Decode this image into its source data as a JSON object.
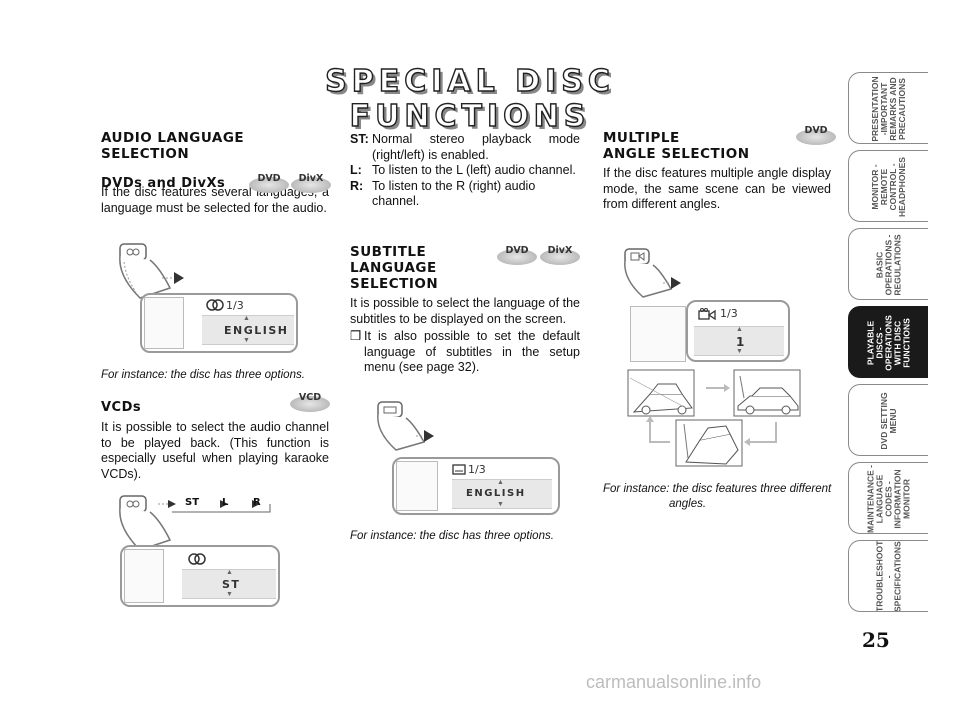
{
  "page_title": "SPECIAL DISC FUNCTIONS",
  "logos": {
    "dvd": "DVD",
    "divx": "DivX",
    "vcd": "VCD"
  },
  "audio": {
    "heading": "AUDIO LANGUAGE SELECTION",
    "sub_dvd": "DVDs and DivXs",
    "dvd_text": "If the disc features several languages, a language must be selected for the audio.",
    "osd_count": "1/3",
    "osd_value": "ENGLISH",
    "caption": "For instance: the disc has three options.",
    "sub_vcd": "VCDs",
    "vcd_text": "It is possible to select the audio channel to be played back. (This function is especially useful when playing karaoke VCDs).",
    "vcd_seq": [
      "ST",
      "L",
      "R"
    ],
    "vcd_osd_value": "ST"
  },
  "channels": [
    {
      "key": "ST",
      "sep": ":",
      "text": "Normal stereo playback mode (right/left) is enabled."
    },
    {
      "key": "L",
      "sep": ":",
      "text": "To listen to the L (left) audio channel."
    },
    {
      "key": "R",
      "sep": ":",
      "text": "To listen to the R (right) audio channel."
    }
  ],
  "subtitle": {
    "heading_1": "SUBTITLE",
    "heading_2": "LANGUAGE",
    "heading_3": "SELECTION",
    "text": "It is possible to select the language of the subtitles to be displayed on the screen.",
    "bullet_mark": "❒",
    "bullet": "It is also possible to set the default language of subtitles in the setup menu (see page 32).",
    "osd_count": "1/3",
    "osd_value": "ENGLISH",
    "caption": "For instance: the disc has three options."
  },
  "angle": {
    "heading_1": "MULTIPLE",
    "heading_2": "ANGLE SELECTION",
    "text": "If the disc features multiple angle display mode, the same scene can be viewed from different angles.",
    "osd_count": "1/3",
    "osd_value": "1",
    "caption_1": "For instance: the disc features three different",
    "caption_2": "angles."
  },
  "tabs": [
    "PRESENTATION -IMPORTANT REMARKS AND PRECAUTIONS",
    "MONITOR - REMOTE CONTROL - HEADPHONES",
    "BASIC OPERATIONS - REGULATIONS",
    "PLAYABLE DISCS - OPERATIONS WITH DISC FUNCTIONS",
    "DVD SETTING MENU",
    "MAINTENANCE - LANGUAGE CODES - INFORMATION MONITOR",
    "TROUBLESHOOTING - SPECIFICATIONS"
  ],
  "active_tab": 3,
  "page_number": "25",
  "watermark": "carmanualsonline.info"
}
